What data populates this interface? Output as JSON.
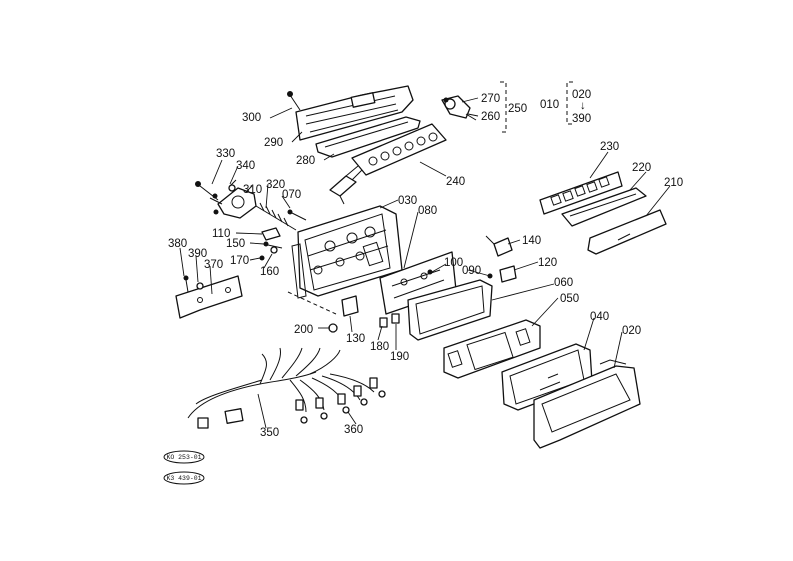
{
  "labels": {
    "p300": "300",
    "p290": "290",
    "p280": "280",
    "p240": "240",
    "p270": "270",
    "p260": "260",
    "p250": "250",
    "p010": "010",
    "p020": "020",
    "p390b": "390",
    "p330": "330",
    "p340": "340",
    "p310": "310",
    "p320": "320",
    "p070": "070",
    "p030": "030",
    "p080": "080",
    "p230": "230",
    "p220": "220",
    "p210": "210",
    "p110": "110",
    "p150": "150",
    "p170": "170",
    "p160": "160",
    "p380": "380",
    "p390": "390",
    "p370": "370",
    "p140": "140",
    "p100": "100",
    "p090": "090",
    "p120": "120",
    "p060": "060",
    "p050": "050",
    "p040": "040",
    "p020b": "020",
    "p200": "200",
    "p130": "130",
    "p180": "180",
    "p190": "190",
    "p350": "350",
    "p360": "360"
  },
  "stamps": {
    "top": "KO 253-01",
    "bottom": "K3 439-01"
  }
}
